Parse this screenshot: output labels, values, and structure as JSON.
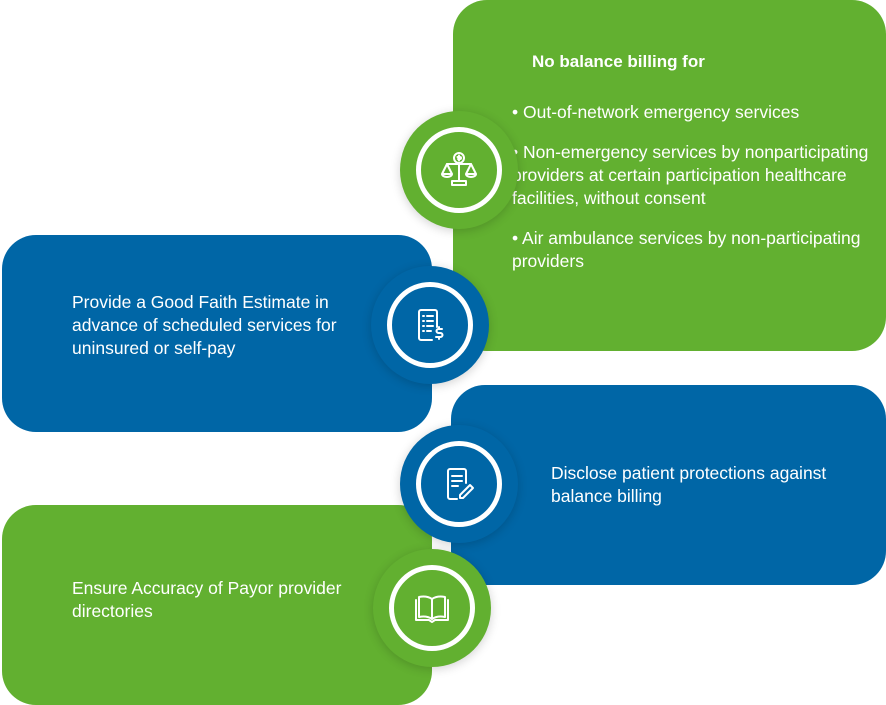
{
  "colors": {
    "green": "#62b030",
    "blue": "#0066a6",
    "text": "#ffffff"
  },
  "cards": [
    {
      "title": "No balance billing for",
      "bullets": [
        "• Out-of-network emergency services",
        "• Non-emergency services by nonparticipating providers at certain participation healthcare facilities, without consent",
        "• Air ambulance services by non-participating providers"
      ],
      "icon": "scales-dollar-icon"
    },
    {
      "text": "Provide a Good Faith Estimate in advance of scheduled services for uninsured or self-pay",
      "icon": "bill-dollar-icon"
    },
    {
      "text": "Disclose patient protections against balance billing",
      "icon": "document-edit-icon"
    },
    {
      "text": "Ensure Accuracy of Payor provider directories",
      "icon": "open-book-icon"
    }
  ]
}
